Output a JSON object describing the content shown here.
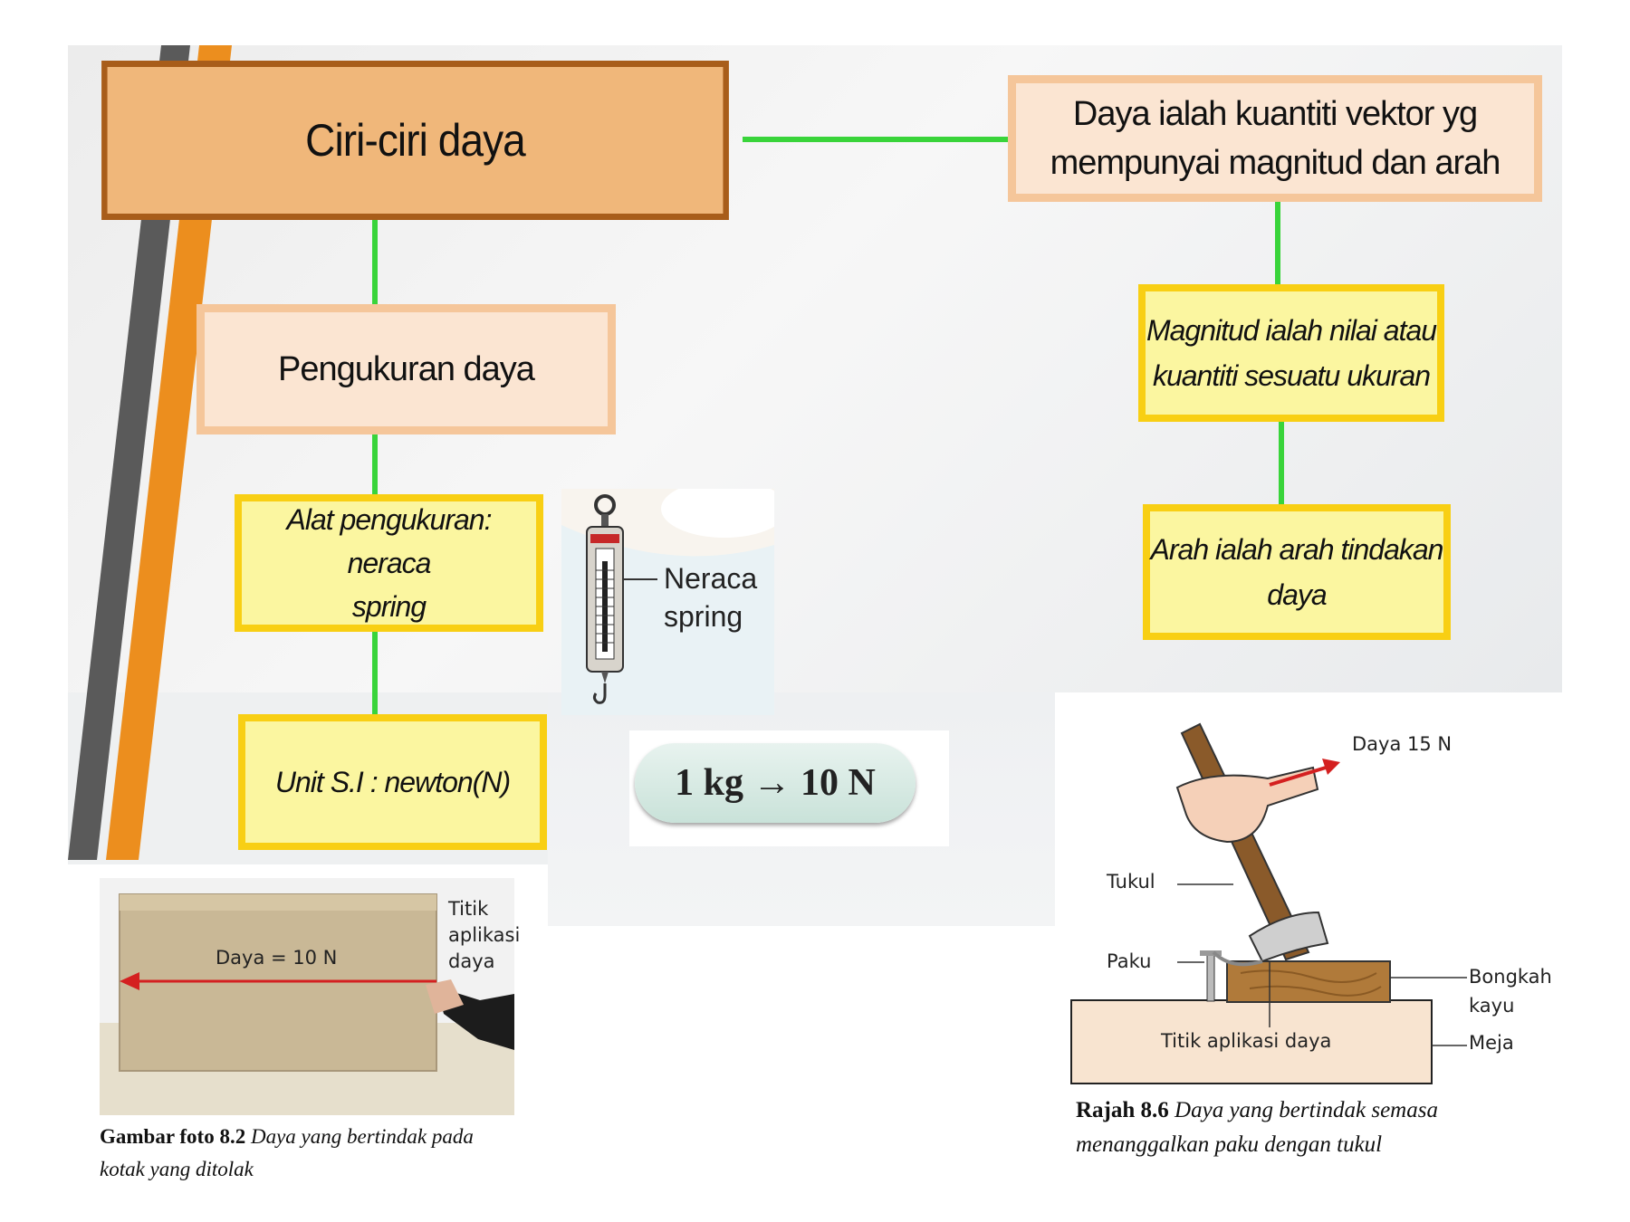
{
  "title_box": {
    "text": "Ciri-ciri daya"
  },
  "definition_box": {
    "line1": "Daya ialah kuantiti vektor yg",
    "line2": "mempunyai magnitud dan arah"
  },
  "measurement_box": {
    "text": "Pengukuran daya"
  },
  "tool_box": {
    "line1": "Alat pengukuran: neraca",
    "line2": "spring"
  },
  "unit_box": {
    "text": "Unit S.I : newton(N)"
  },
  "magnitude_box": {
    "line1": "Magnitud ialah nilai atau",
    "line2": "kuantiti sesuatu ukuran"
  },
  "direction_box": {
    "line1": "Arah ialah arah tindakan",
    "line2": "daya"
  },
  "spring_balance": {
    "label_line1": "Neraca",
    "label_line2": "spring"
  },
  "formula": {
    "text": "1 kg → 10 N"
  },
  "photo_box": {
    "force_label": "Daya = 10 N",
    "point_label_1": "Titik",
    "point_label_2": "aplikasi",
    "point_label_3": "daya",
    "caption_bold": "Gambar foto 8.2",
    "caption_italic_1": "Daya yang bertindak pada",
    "caption_italic_2": "kotak yang ditolak"
  },
  "hammer_figure": {
    "force_label": "Daya 15 N",
    "hammer_label": "Tukul",
    "nail_label": "Paku",
    "block_label_1": "Bongkah",
    "block_label_2": "kayu",
    "table_label": "Meja",
    "point_label": "Titik aplikasi daya",
    "caption_bold": "Rajah 8.6",
    "caption_italic_1": "Daya yang bertindak semasa",
    "caption_italic_2": "menanggalkan paku dengan tukul"
  },
  "colors": {
    "title_fill": "#f0b77a",
    "title_border": "#a85d1a",
    "peach_fill": "#fbe5d2",
    "yellow_fill": "#fbf6a0",
    "yellow_border": "#f8cf14",
    "connector": "#39d43a"
  }
}
